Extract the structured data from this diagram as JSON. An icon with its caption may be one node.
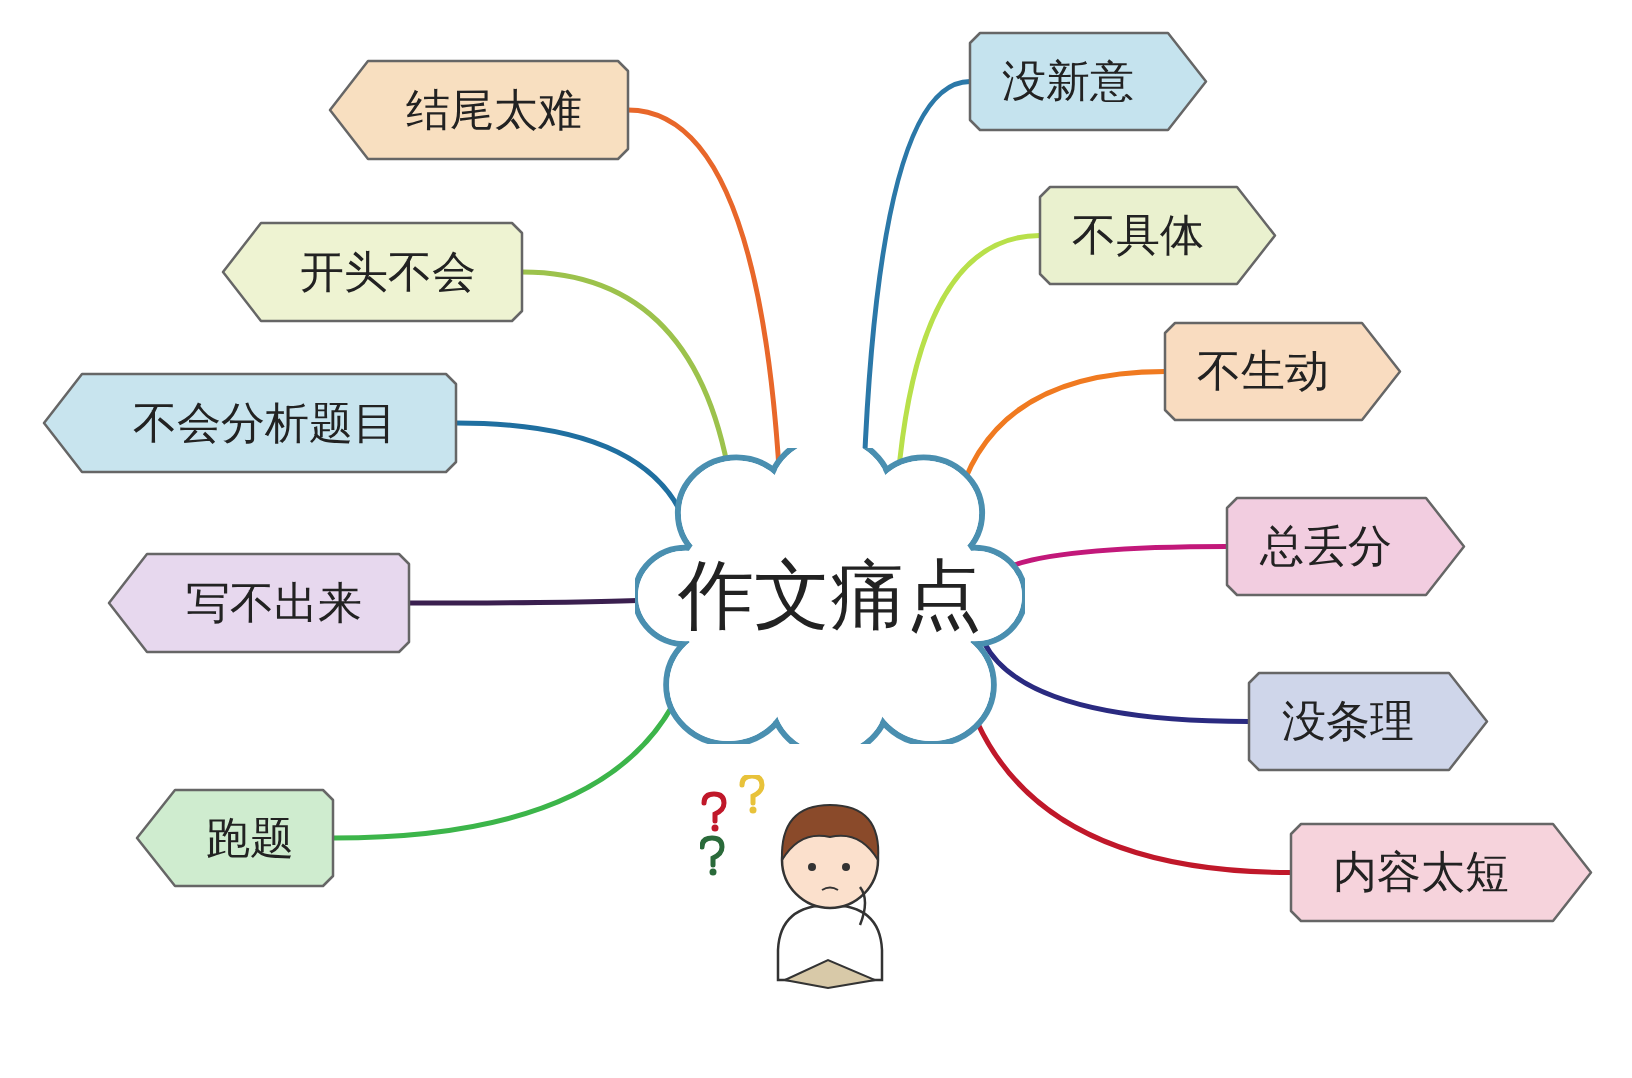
{
  "diagram": {
    "nodes": [
      {
        "text": [
          "作文痛点"
        ]
      },
      {
        "text": [
          "结尾太难"
        ]
      },
      {
        "text": [
          "开头不会"
        ]
      },
      {
        "text": [
          "不会分析题目"
        ]
      },
      {
        "text": [
          "写不出来"
        ]
      },
      {
        "text": [
          "跑题"
        ]
      },
      {
        "text": [
          "没新意"
        ]
      },
      {
        "text": [
          "不具体"
        ]
      },
      {
        "text": [
          "不生动"
        ]
      },
      {
        "text": [
          "总丢分"
        ]
      },
      {
        "text": [
          "没条理"
        ]
      },
      {
        "text": [
          "内容太短"
        ]
      },
      {
        "text": [],
        "shape": "picture"
      }
    ],
    "edges": [
      {
        "from": 0,
        "to": 1,
        "arrow": "none",
        "color": "#e8672a"
      },
      {
        "from": 0,
        "to": 2,
        "arrow": "none",
        "color": "#9cc24c"
      },
      {
        "from": 0,
        "to": 3,
        "arrow": "none",
        "color": "#1f6fa0"
      },
      {
        "from": 0,
        "to": 4,
        "arrow": "none",
        "color": "#3a1f4f"
      },
      {
        "from": 0,
        "to": 5,
        "arrow": "none",
        "color": "#3cb54a"
      },
      {
        "from": 0,
        "to": 6,
        "arrow": "none",
        "color": "#2b78a8"
      },
      {
        "from": 0,
        "to": 7,
        "arrow": "none",
        "color": "#b8e04a"
      },
      {
        "from": 0,
        "to": 8,
        "arrow": "none",
        "color": "#f07a20"
      },
      {
        "from": 0,
        "to": 9,
        "arrow": "none",
        "color": "#c2187a"
      },
      {
        "from": 0,
        "to": 10,
        "arrow": "none",
        "color": "#2a2a80"
      },
      {
        "from": 0,
        "to": 11,
        "arrow": "none",
        "color": "#c0182a"
      }
    ]
  }
}
